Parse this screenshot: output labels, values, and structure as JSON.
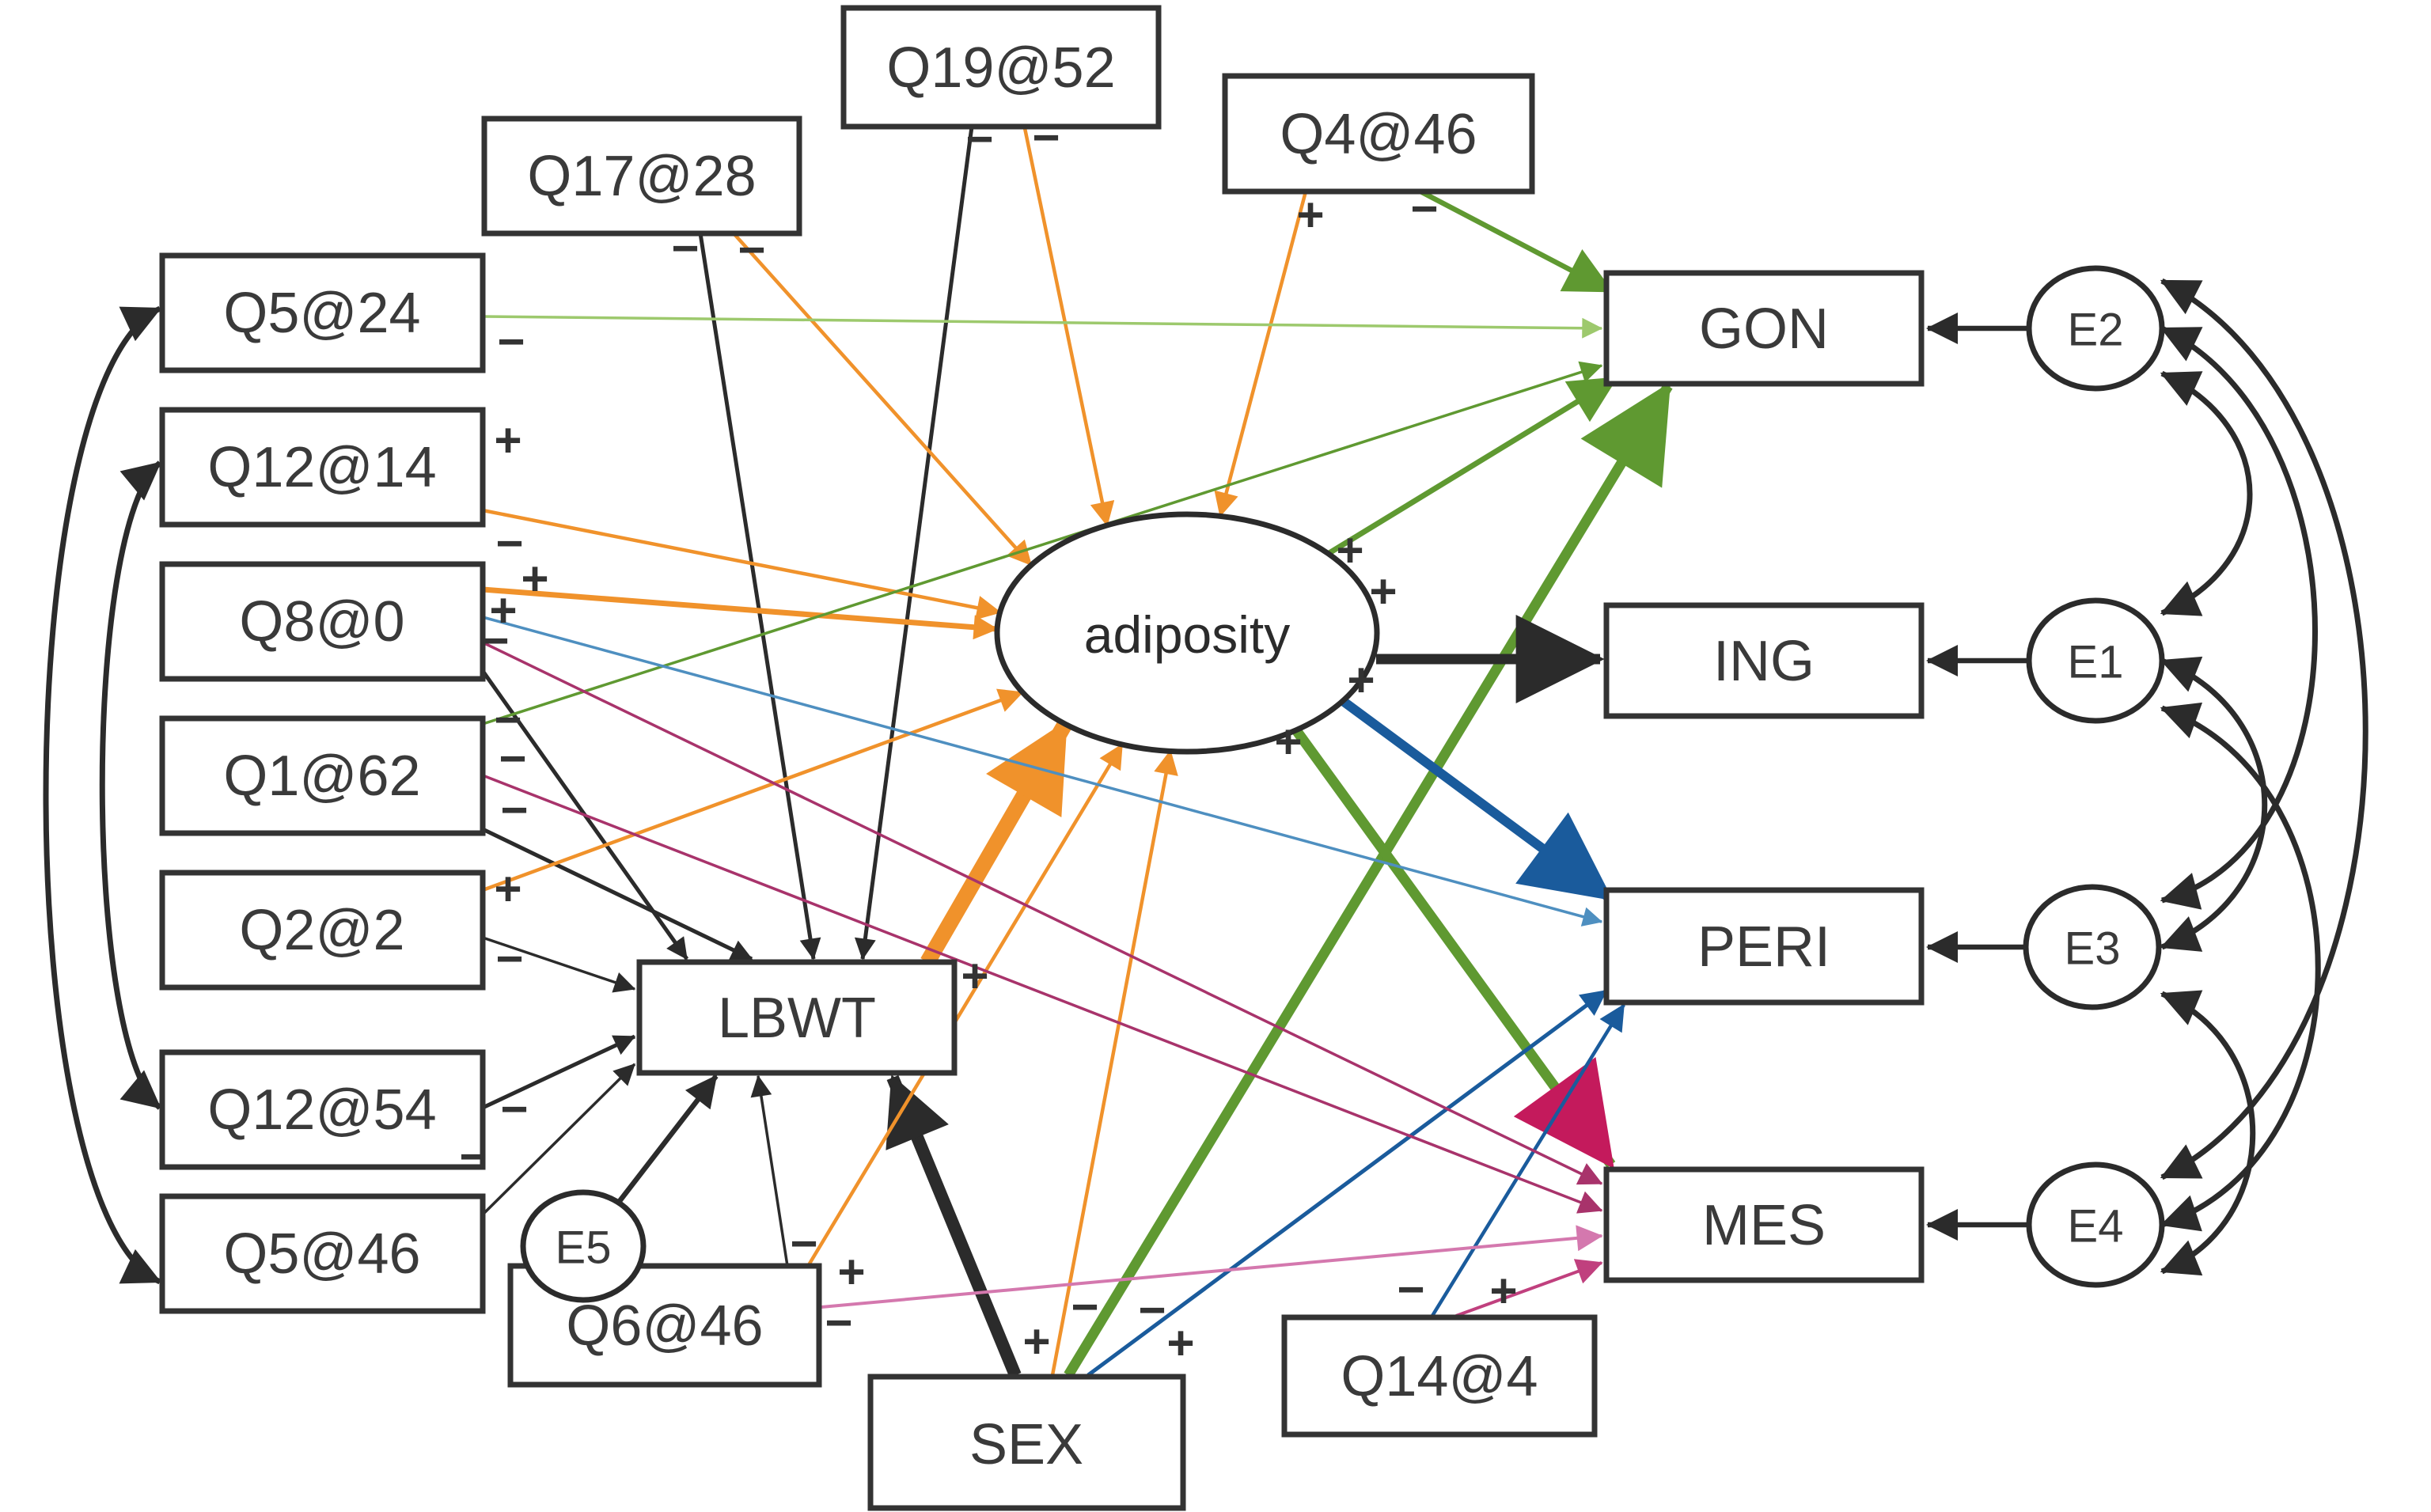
{
  "diagram": {
    "kind": "structural-equation-model path diagram",
    "latent_variable": "adiposity",
    "colors": {
      "black": "#2b2b2b",
      "orange": "#F0922B",
      "green": "#5F9931",
      "light_green": "#9DC96D",
      "dark_blue": "#1A5B9C",
      "light_blue": "#4E8FC0",
      "magenta": "#A8336B",
      "pink": "#D478AE",
      "mid_pink": "#C0407E",
      "crimson": "#C41A5C"
    },
    "nodes": {
      "q5_24": {
        "label": "Q5@24",
        "type": "qtl"
      },
      "q12_14": {
        "label": "Q12@14",
        "type": "qtl"
      },
      "q8_0": {
        "label": "Q8@0",
        "type": "qtl"
      },
      "q1_62": {
        "label": "Q1@62",
        "type": "qtl"
      },
      "q2_2": {
        "label": "Q2@2",
        "type": "qtl"
      },
      "q12_54": {
        "label": "Q12@54",
        "type": "qtl"
      },
      "q5_46": {
        "label": "Q5@46",
        "type": "qtl"
      },
      "q17_28": {
        "label": "Q17@28",
        "type": "qtl"
      },
      "q19_52": {
        "label": "Q19@52",
        "type": "qtl"
      },
      "q4_46": {
        "label": "Q4@46",
        "type": "qtl"
      },
      "q6_46": {
        "label": "Q6@46",
        "type": "qtl"
      },
      "q14_4": {
        "label": "Q14@4",
        "type": "qtl"
      },
      "sex": {
        "label": "SEX",
        "type": "covariate"
      },
      "lbwt": {
        "label": "LBWT",
        "type": "observed"
      },
      "adiposity": {
        "label": "adiposity",
        "type": "latent"
      },
      "gon": {
        "label": "GON",
        "type": "depot"
      },
      "ing": {
        "label": "ING",
        "type": "depot"
      },
      "peri": {
        "label": "PERI",
        "type": "depot"
      },
      "mes": {
        "label": "MES",
        "type": "depot"
      },
      "e1": {
        "label": "E1",
        "type": "error"
      },
      "e2": {
        "label": "E2",
        "type": "error"
      },
      "e3": {
        "label": "E3",
        "type": "error"
      },
      "e4": {
        "label": "E4",
        "type": "error"
      },
      "e5": {
        "label": "E5",
        "type": "error"
      }
    },
    "edges": {
      "q17_lbwt": {
        "from": "Q17@28",
        "to": "LBWT",
        "sign": "−",
        "color": "black",
        "weight": "thin"
      },
      "q19_lbwt": {
        "from": "Q19@52",
        "to": "LBWT",
        "sign": "−",
        "color": "black",
        "weight": "thin"
      },
      "q8_lbwt": {
        "from": "Q8@0",
        "to": "LBWT",
        "sign": "−",
        "color": "black",
        "weight": "thin"
      },
      "q1_lbwt": {
        "from": "Q1@62",
        "to": "LBWT",
        "sign": "−",
        "color": "black",
        "weight": "thin"
      },
      "q2_lbwt": {
        "from": "Q2@2",
        "to": "LBWT",
        "sign": "−",
        "color": "black",
        "weight": "thin"
      },
      "q12_54_lbwt": {
        "from": "Q12@54",
        "to": "LBWT",
        "sign": "−",
        "color": "black",
        "weight": "thin"
      },
      "q5_46_lbwt": {
        "from": "Q5@46",
        "to": "LBWT",
        "sign": "−",
        "color": "black",
        "weight": "thin"
      },
      "q6_lbwt": {
        "from": "Q6@46",
        "to": "LBWT",
        "sign": "−",
        "color": "black",
        "weight": "thin"
      },
      "e5_lbwt": {
        "from": "E5",
        "to": "LBWT",
        "sign": "",
        "color": "black",
        "weight": "medium"
      },
      "sex_lbwt": {
        "from": "SEX",
        "to": "LBWT",
        "sign": "+",
        "color": "black",
        "weight": "thick"
      },
      "q17_adip": {
        "from": "Q17@28",
        "to": "adiposity",
        "sign": "−",
        "color": "orange",
        "weight": "thin"
      },
      "q19_adip": {
        "from": "Q19@52",
        "to": "adiposity",
        "sign": "−",
        "color": "orange",
        "weight": "thin"
      },
      "q4_adip": {
        "from": "Q4@46",
        "to": "adiposity",
        "sign": "+",
        "color": "orange",
        "weight": "thin"
      },
      "q12_14_adip": {
        "from": "Q12@14",
        "to": "adiposity",
        "sign": "+",
        "color": "orange",
        "weight": "thin"
      },
      "q8_adip": {
        "from": "Q8@0",
        "to": "adiposity",
        "sign": "−",
        "color": "orange",
        "weight": "medium"
      },
      "q2_adip": {
        "from": "Q2@2",
        "to": "adiposity",
        "sign": "+",
        "color": "orange",
        "weight": "thin"
      },
      "q6_adip": {
        "from": "Q6@46",
        "to": "adiposity",
        "sign": "+",
        "color": "orange",
        "weight": "thin"
      },
      "sex_adip": {
        "from": "SEX",
        "to": "adiposity",
        "sign": "−",
        "color": "orange",
        "weight": "thin"
      },
      "lbwt_adip": {
        "from": "LBWT",
        "to": "adiposity",
        "sign": "+",
        "color": "orange",
        "weight": "very-thick"
      },
      "q5_24_gon": {
        "from": "Q5@24",
        "to": "GON",
        "sign": "−",
        "color": "light_green",
        "weight": "thin"
      },
      "q1_gon": {
        "from": "Q1@62",
        "to": "GON",
        "sign": "−",
        "color": "green",
        "weight": "thin"
      },
      "q4_gon": {
        "from": "Q4@46",
        "to": "GON",
        "sign": "−",
        "color": "green",
        "weight": "medium"
      },
      "adip_gon": {
        "from": "adiposity",
        "to": "GON",
        "sign": "+",
        "color": "green",
        "weight": "medium"
      },
      "sex_gon": {
        "from": "SEX",
        "to": "GON",
        "sign": "−",
        "color": "green",
        "weight": "thick"
      },
      "adip_ing": {
        "from": "adiposity",
        "to": "ING",
        "sign": "+",
        "color": "black",
        "weight": "thick"
      },
      "q8_peri": {
        "from": "Q8@0",
        "to": "PERI",
        "sign": "+",
        "color": "light_blue",
        "weight": "thin"
      },
      "adip_peri": {
        "from": "adiposity",
        "to": "PERI",
        "sign": "+",
        "color": "dark_blue",
        "weight": "thick"
      },
      "sex_peri": {
        "from": "SEX",
        "to": "PERI",
        "sign": "+",
        "color": "dark_blue",
        "weight": "thin"
      },
      "q14_peri": {
        "from": "Q14@4",
        "to": "PERI",
        "sign": "−",
        "color": "dark_blue",
        "weight": "thin"
      },
      "q8_mes": {
        "from": "Q8@0",
        "to": "MES",
        "sign": "+",
        "color": "magenta",
        "weight": "thin"
      },
      "q1_mes": {
        "from": "Q1@62",
        "to": "MES",
        "sign": "−",
        "color": "magenta",
        "weight": "thin"
      },
      "q6_mes": {
        "from": "Q6@46",
        "to": "MES",
        "sign": "−",
        "color": "pink",
        "weight": "thin"
      },
      "q14_mes": {
        "from": "Q14@4",
        "to": "MES",
        "sign": "+",
        "color": "mid_pink",
        "weight": "thin"
      },
      "adip_mes": {
        "from": "adiposity",
        "to": "MES",
        "sign": "+",
        "color": "green",
        "weight": "thick",
        "arrowhead": "crimson"
      },
      "e2_gon": {
        "from": "E2",
        "to": "GON",
        "sign": "",
        "color": "black",
        "weight": "medium"
      },
      "e1_ing": {
        "from": "E1",
        "to": "ING",
        "sign": "",
        "color": "black",
        "weight": "medium"
      },
      "e3_peri": {
        "from": "E3",
        "to": "PERI",
        "sign": "",
        "color": "black",
        "weight": "medium"
      },
      "e4_mes": {
        "from": "E4",
        "to": "MES",
        "sign": "",
        "color": "black",
        "weight": "medium"
      }
    },
    "correlations": {
      "left": [
        [
          "Q5@24",
          "Q5@46"
        ],
        [
          "Q12@14",
          "Q12@54"
        ]
      ],
      "right": [
        [
          "E2",
          "E1"
        ],
        [
          "E2",
          "E3"
        ],
        [
          "E2",
          "E4"
        ],
        [
          "E1",
          "E3"
        ],
        [
          "E1",
          "E4"
        ],
        [
          "E3",
          "E4"
        ]
      ]
    }
  }
}
